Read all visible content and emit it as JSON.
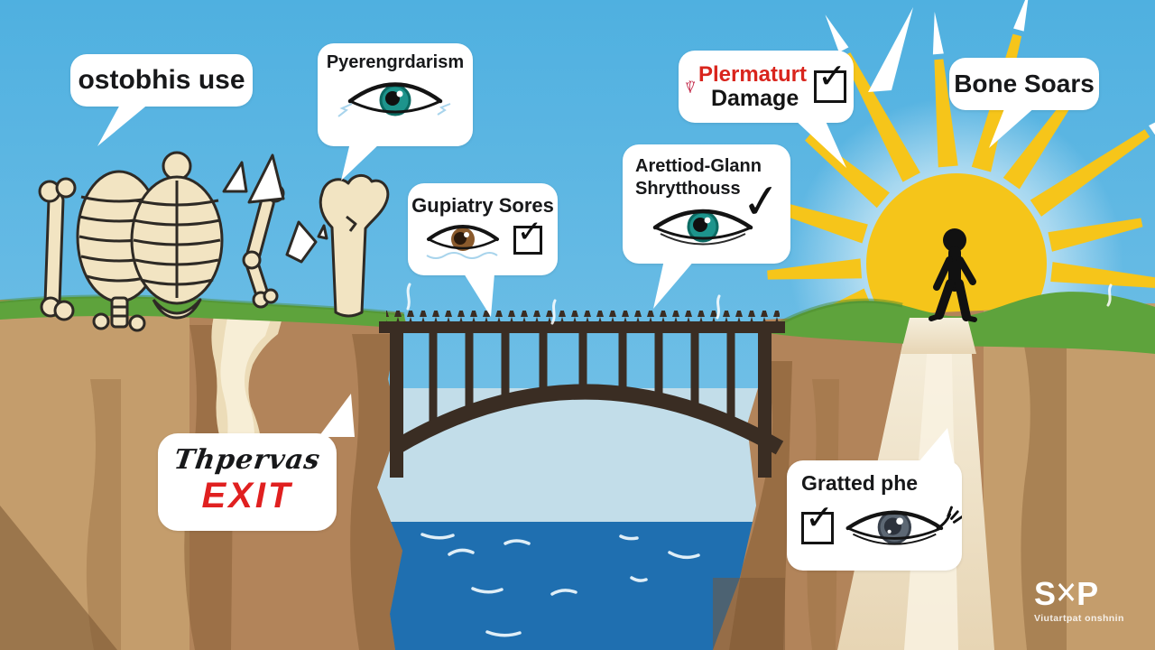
{
  "colors": {
    "sky": "#55b4e1",
    "horizon": "#c2dde9",
    "ocean": "#1f6fb0",
    "cliff": "#b2845a",
    "cliff_shadow": "#8a6138",
    "grass": "#5ea33c",
    "bridge": "#3a2d23",
    "sun": "#f6c51a",
    "path": "#f3ead6",
    "bone_cream": "#f2e4c2",
    "alert_red": "#d9251d",
    "eye_teal": "#1d948c",
    "eye_brown": "#8a5a2c",
    "eye_gray": "#5d6874"
  },
  "icons": {
    "checkmark_glyph": "✓",
    "logo_x_glyph": "✕"
  },
  "bubbles": {
    "osteoporosis": {
      "label": "ostobhis use"
    },
    "eye_condition": {
      "label": "Pyerengrdarism"
    },
    "pituitary_sores": {
      "label": "Gupiatry Sores"
    },
    "premature_damage": {
      "line1": "Plermaturt",
      "line2": "Damage"
    },
    "adrenal_gland": {
      "line1": "Arettiod-Glann",
      "line2": "Shrytthouss"
    },
    "bone_soars": {
      "label": "Bone Soars"
    },
    "exit_sign": {
      "script_label": "Thpervas",
      "exit_label": "EXIT"
    },
    "gratted_phe": {
      "label": "Gratted phe"
    }
  },
  "logo": {
    "title_left": "S",
    "title_right": "P",
    "subtitle": "Viutartpat onshnin"
  }
}
